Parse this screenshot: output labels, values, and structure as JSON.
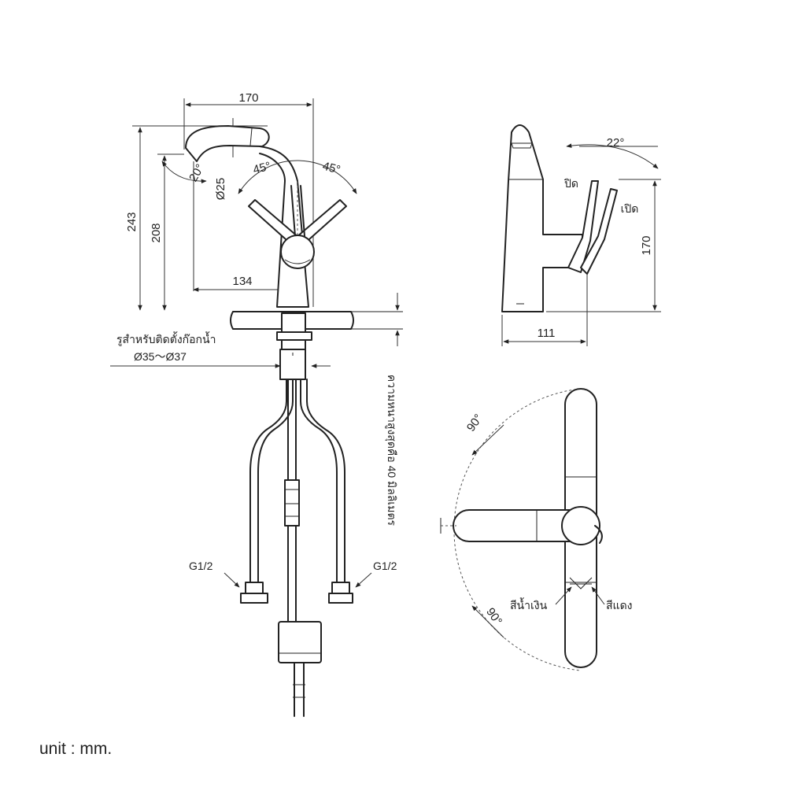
{
  "front_view": {
    "dim_width": "170",
    "dim_height_total": "243",
    "dim_height_spout": "208",
    "dim_reach": "134",
    "dim_spout_dia": "Ø25",
    "angle_spout_tilt": "20°",
    "angle_left": "45°",
    "angle_right": "45°",
    "mount_hole_label": "รูสำหรับติดตั้งก๊อกน้ำ",
    "mount_hole_range": "Ø35～Ø37",
    "counter_thickness": "ความหนาสูงสุดคือ 40 มิลลิเมตร",
    "inlet_left": "G1/2",
    "inlet_right": "G1/2"
  },
  "side_view": {
    "angle_handle": "22°",
    "label_close": "ปิด",
    "label_open": "เปิด",
    "dim_height": "170",
    "dim_depth": "111"
  },
  "top_view": {
    "angle_upper": "90°",
    "angle_lower": "90°",
    "label_blue": "สีน้ำเงิน",
    "label_red": "สีแดง"
  },
  "unit_label": "unit : mm."
}
